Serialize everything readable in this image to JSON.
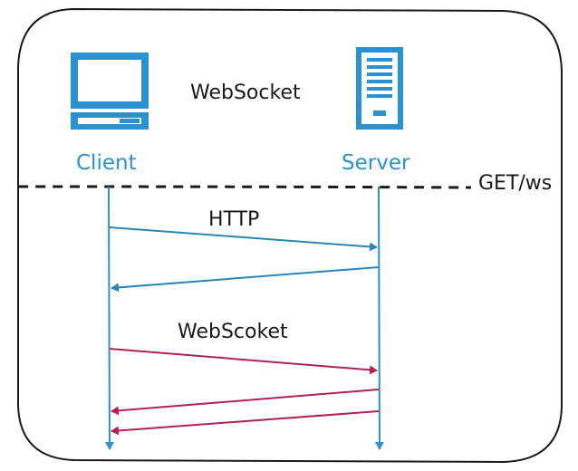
{
  "diagram": {
    "title": "WebSocket",
    "client_label": "Client",
    "server_label": "Server",
    "handshake_label": "GET/ws",
    "http_label": "HTTP",
    "websocket_label": "WebScoket",
    "icons": {
      "client": "monitor-icon",
      "server": "server-tower-icon"
    },
    "colors": {
      "blue": "#2a92d0",
      "lifeline": "#2f8fcb",
      "http_arrow": "#2b86b8",
      "ws_arrow": "#b0205a",
      "outline": "#1a1a1a"
    }
  }
}
